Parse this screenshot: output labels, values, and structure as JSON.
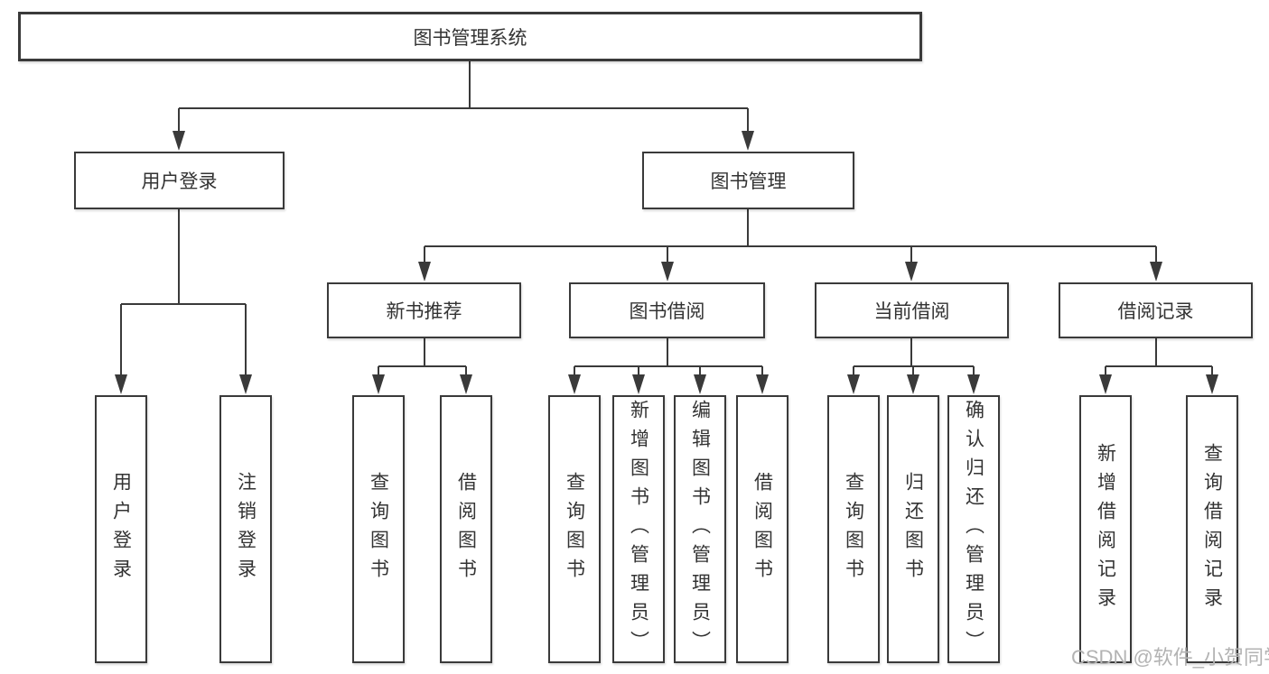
{
  "diagram": {
    "title": "图书管理系统",
    "colors": {
      "line": "#3a3a3a",
      "text": "#333333",
      "box_background": "#ffffff",
      "watermark": "#b3b3b3"
    }
  },
  "tree": {
    "label": "图书管理系统",
    "children": [
      {
        "label": "用户登录",
        "children": [
          {
            "label": "用户登录"
          },
          {
            "label": "注销登录"
          }
        ]
      },
      {
        "label": "图书管理",
        "children": [
          {
            "label": "新书推荐",
            "children": [
              {
                "label": "查询图书"
              },
              {
                "label": "借阅图书"
              }
            ]
          },
          {
            "label": "图书借阅",
            "children": [
              {
                "label": "查询图书"
              },
              {
                "label": "新增图书（管理员）"
              },
              {
                "label": "编辑图书（管理员）"
              },
              {
                "label": "借阅图书"
              }
            ]
          },
          {
            "label": "当前借阅",
            "children": [
              {
                "label": "查询图书"
              },
              {
                "label": "归还图书"
              },
              {
                "label": "确认归还（管理员）"
              }
            ]
          },
          {
            "label": "借阅记录",
            "children": [
              {
                "label": "新增借阅记录"
              },
              {
                "label": "查询借阅记录"
              }
            ]
          }
        ]
      }
    ]
  },
  "watermark": {
    "text": "CSDN @软件_小贺同学"
  }
}
